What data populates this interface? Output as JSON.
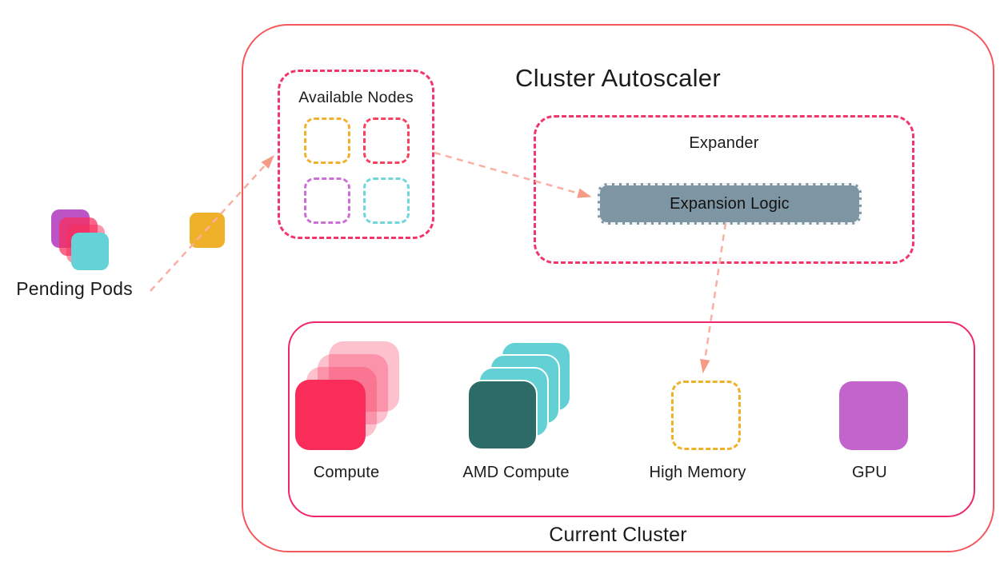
{
  "pending_pods": {
    "label": "Pending Pods",
    "pods": [
      {
        "name": "pending-pod-purple",
        "color": "#BC54C6"
      },
      {
        "name": "pending-pod-pink-back",
        "color": "rgba(250,45,90,0.72)"
      },
      {
        "name": "pending-pod-pink-front",
        "color": "rgba(250,45,90,0.5)"
      },
      {
        "name": "pending-pod-teal",
        "color": "#64D2D6"
      }
    ]
  },
  "new_node": {
    "name": "pending-node-square",
    "color": "#F0B12A"
  },
  "cluster_autoscaler": {
    "title": "Cluster Autoscaler",
    "border_color": "#F4575C",
    "available_nodes": {
      "title": "Available Nodes",
      "border_color": "#F2366B",
      "node_types": [
        {
          "name": "yellow-node",
          "color": "#F2B02C"
        },
        {
          "name": "red-node",
          "color": "#F8415E"
        },
        {
          "name": "purple-node",
          "color": "#CC6FD4"
        },
        {
          "name": "teal-node",
          "color": "#6FD6DC"
        }
      ]
    },
    "expander": {
      "title": "Expander",
      "border_color": "#F2366B",
      "logic": {
        "label": "Expansion Logic",
        "fill_color": "#7E95A3"
      }
    },
    "current_cluster": {
      "title": "Current Cluster",
      "border_color": "#F1256B",
      "node_pools": [
        {
          "label": "Compute",
          "color": "#FA2D5A",
          "ghost_color": "rgba(250,45,90,0.30)",
          "style": "stacked-translucent"
        },
        {
          "label": "AMD Compute",
          "color": "#2D6B69",
          "stack_color": "#62D0D4",
          "style": "stacked"
        },
        {
          "label": "High Memory",
          "color": "#F0B12A",
          "style": "dashed-empty"
        },
        {
          "label": "GPU",
          "color": "#C264CC",
          "style": "solid"
        }
      ]
    }
  },
  "arrows": {
    "line_color": "#F9AFA1",
    "head_color": "#F59B85",
    "list": [
      {
        "name": "arrow-pending-to-available",
        "from": "pending-pods",
        "to": "available-nodes"
      },
      {
        "name": "arrow-available-to-expansion",
        "from": "available-nodes",
        "to": "expansion-logic"
      },
      {
        "name": "arrow-expansion-to-high-memory",
        "from": "expansion-logic",
        "to": "high-memory-pool"
      }
    ]
  }
}
